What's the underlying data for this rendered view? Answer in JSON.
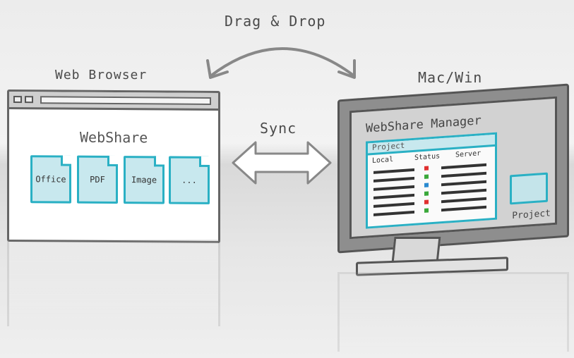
{
  "labels": {
    "drag_drop": "Drag & Drop",
    "web_browser": "Web Browser",
    "mac_win": "Mac/Win",
    "sync": "Sync"
  },
  "browser": {
    "title": "WebShare",
    "docs": [
      "Office",
      "PDF",
      "Image",
      "..."
    ]
  },
  "manager": {
    "title": "WebShare Manager",
    "panel_title": "Project",
    "columns": [
      "Local",
      "Status",
      "Server"
    ],
    "folder_label": "Project"
  },
  "colors": {
    "accent": "#2ab0c4",
    "doc_fill": "#c8e8ee",
    "status_red": "#e03030",
    "status_green": "#3aa83a",
    "status_blue": "#2a8ad0"
  }
}
